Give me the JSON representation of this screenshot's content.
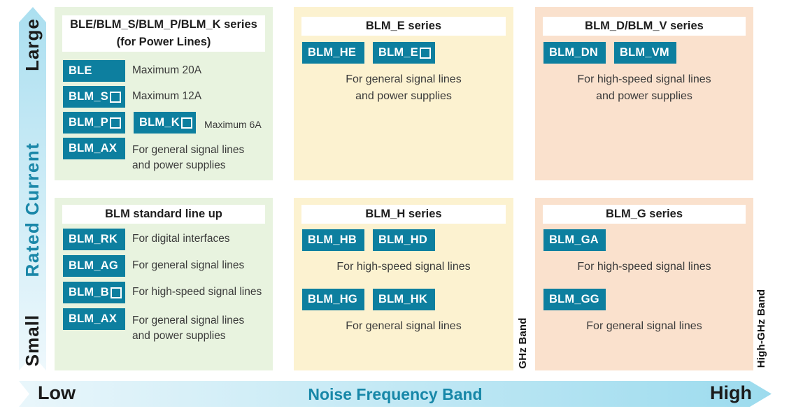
{
  "y_axis": {
    "label": "Rated Current",
    "top": "Large",
    "bottom": "Small"
  },
  "x_axis": {
    "label": "Noise Frequency Band",
    "left": "Low",
    "right": "High"
  },
  "band_markers": {
    "mid": "GHz Band",
    "right": "High-GHz Band"
  },
  "colors": {
    "badge_teal": "#0d7f9f",
    "panel_green": "#e8f3df",
    "panel_cream": "#fcf2d0",
    "panel_salmon": "#fae1cd",
    "axis_teal": "#1a87a8",
    "arrow_blue_dark": "#9cdbee",
    "arrow_blue_light": "#e9f6fb",
    "desc_gray": "#3a3a3a"
  },
  "panels": [
    {
      "key": "power-line-series",
      "bg": "panel_green",
      "title_lines": [
        "BLE/BLM_S/BLM_P/BLM_K series",
        "(for Power Lines)"
      ],
      "groups": [
        {
          "layout": "inline",
          "badges": [
            {
              "text": "BLE",
              "square": false
            }
          ],
          "desc": [
            "Maximum 20A"
          ]
        },
        {
          "layout": "inline",
          "badges": [
            {
              "text": "BLM_S",
              "square": true
            }
          ],
          "desc": [
            "Maximum 12A"
          ]
        },
        {
          "layout": "inline",
          "badges": [
            {
              "text": "BLM_P",
              "square": true
            },
            {
              "text": "BLM_K",
              "square": true
            }
          ],
          "desc": [
            "Maximum 6A"
          ],
          "small": true
        },
        {
          "layout": "inline",
          "badges": [
            {
              "text": "BLM_AX",
              "square": false
            }
          ],
          "desc": [
            "For general signal lines",
            "and power supplies"
          ]
        }
      ]
    },
    {
      "key": "blm-e-series",
      "bg": "panel_cream",
      "title_lines": [
        "BLM_E series"
      ],
      "groups": [
        {
          "layout": "stack",
          "badges": [
            {
              "text": "BLM_HE",
              "square": false
            },
            {
              "text": "BLM_E",
              "square": true
            }
          ],
          "desc": [
            "For general signal lines",
            "and power supplies"
          ]
        }
      ]
    },
    {
      "key": "blm-d-v-series",
      "bg": "panel_salmon",
      "title_lines": [
        "BLM_D/BLM_V series"
      ],
      "groups": [
        {
          "layout": "stack",
          "badges": [
            {
              "text": "BLM_DN",
              "square": false
            },
            {
              "text": "BLM_VM",
              "square": false
            }
          ],
          "desc": [
            "For high-speed signal lines",
            "and power supplies"
          ]
        }
      ]
    },
    {
      "key": "blm-standard-lineup",
      "bg": "panel_green",
      "title_lines": [
        "BLM standard line up"
      ],
      "groups": [
        {
          "layout": "inline",
          "badges": [
            {
              "text": "BLM_RK",
              "square": false
            }
          ],
          "desc": [
            "For digital interfaces"
          ]
        },
        {
          "layout": "inline",
          "badges": [
            {
              "text": "BLM_AG",
              "square": false
            }
          ],
          "desc": [
            "For general signal lines"
          ]
        },
        {
          "layout": "inline",
          "badges": [
            {
              "text": "BLM_B",
              "square": true
            }
          ],
          "desc": [
            "For high-speed signal lines"
          ]
        },
        {
          "layout": "inline",
          "badges": [
            {
              "text": "BLM_AX",
              "square": false
            }
          ],
          "desc": [
            "For general signal lines",
            "and power supplies"
          ]
        }
      ]
    },
    {
      "key": "blm-h-series",
      "bg": "panel_cream",
      "title_lines": [
        "BLM_H series"
      ],
      "groups": [
        {
          "layout": "stack",
          "badges": [
            {
              "text": "BLM_HB",
              "square": false
            },
            {
              "text": "BLM_HD",
              "square": false
            }
          ],
          "desc": [
            "For high-speed signal lines"
          ]
        },
        {
          "layout": "stack",
          "badges": [
            {
              "text": "BLM_HG",
              "square": false
            },
            {
              "text": "BLM_HK",
              "square": false
            }
          ],
          "desc": [
            "For general signal lines"
          ]
        }
      ]
    },
    {
      "key": "blm-g-series",
      "bg": "panel_salmon",
      "title_lines": [
        "BLM_G series"
      ],
      "groups": [
        {
          "layout": "stack",
          "badges": [
            {
              "text": "BLM_GA",
              "square": false
            }
          ],
          "desc": [
            "For high-speed signal lines"
          ]
        },
        {
          "layout": "stack",
          "badges": [
            {
              "text": "BLM_GG",
              "square": false
            }
          ],
          "desc": [
            "For general signal lines"
          ]
        }
      ]
    }
  ]
}
